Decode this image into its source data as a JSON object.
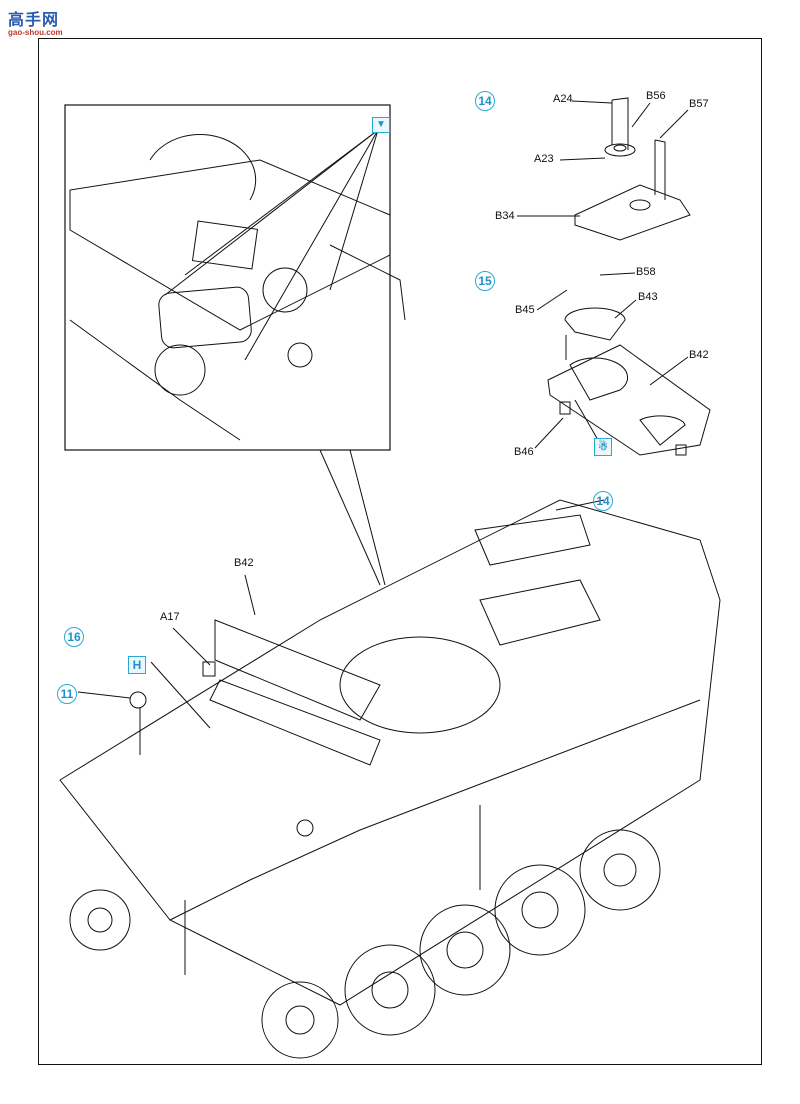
{
  "watermark": {
    "logo_text": "高手网",
    "site": "gao-shou.com"
  },
  "steps": [
    {
      "number": "14",
      "parts": [
        "A24",
        "B56",
        "B57",
        "A23",
        "B34"
      ]
    },
    {
      "number": "15",
      "parts": [
        "B58",
        "B45",
        "B43",
        "B42",
        "B46"
      ]
    },
    {
      "number": "16",
      "parts": [
        "B42",
        "A17",
        "11",
        "H"
      ]
    }
  ],
  "labels": {
    "a24": "A24",
    "b56": "B56",
    "b57": "B57",
    "a23": "A23",
    "b34": "B34",
    "b58": "B58",
    "b45": "B45",
    "b43": "B43",
    "b42_s15": "B42",
    "b46": "B46",
    "b42_s16": "B42",
    "a17": "A17"
  },
  "markers": {
    "step14": "14",
    "step15": "15",
    "step16": "16",
    "subassembly_14": "14",
    "subassembly_11": "11",
    "paint_code_h": "H"
  },
  "icons": {
    "detail_callout": "photo-etch-icon",
    "glue": "glue-icon"
  },
  "colors": {
    "accent": "#29a9d6",
    "line": "#111111"
  }
}
